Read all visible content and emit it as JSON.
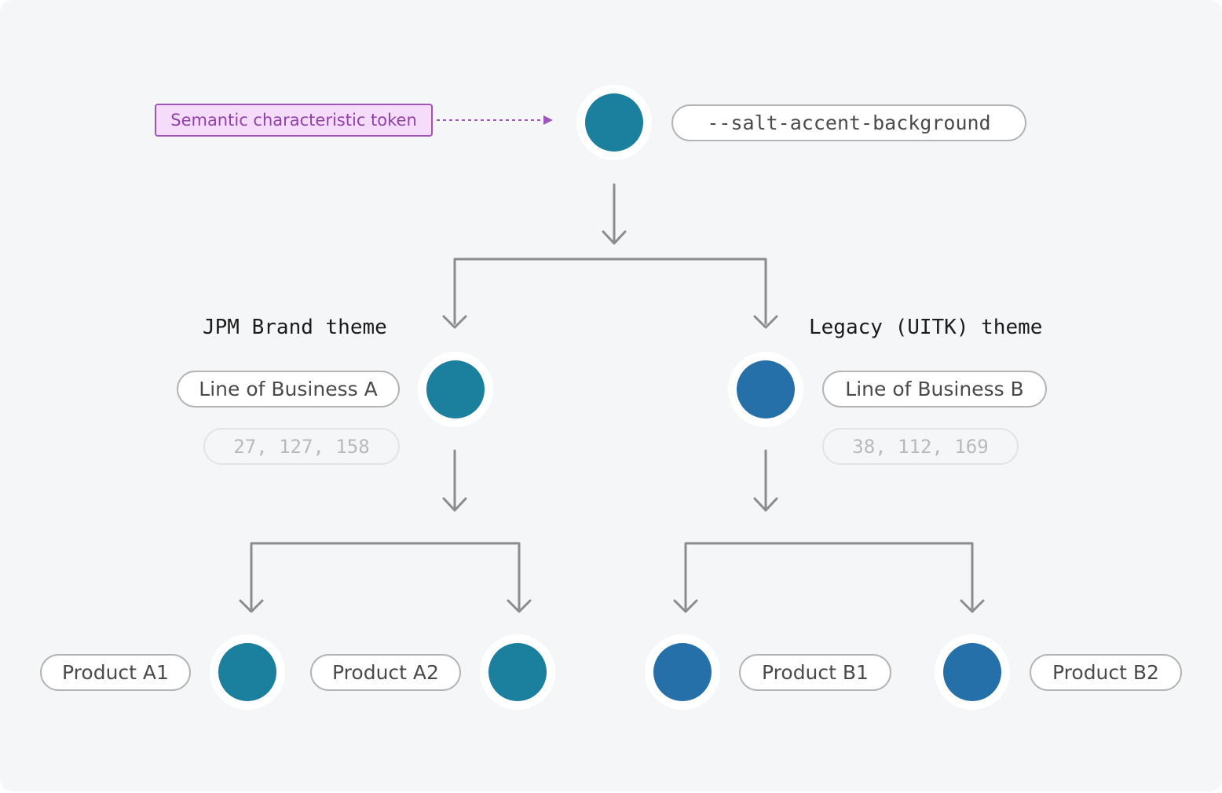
{
  "annotation": {
    "label": "Semantic characteristic token",
    "color": "#a055b8"
  },
  "token": {
    "name": "--salt-accent-background",
    "color": "#1b7f9e"
  },
  "themes": [
    {
      "label": "JPM Brand theme",
      "line_of_business": "Line of Business A",
      "rgb": "27, 127, 158",
      "color": "#1b7f9e",
      "products": [
        {
          "label": "Product A1",
          "color": "#1b7f9e"
        },
        {
          "label": "Product A2",
          "color": "#1b7f9e"
        }
      ]
    },
    {
      "label": "Legacy (UITK) theme",
      "line_of_business": "Line of Business B",
      "rgb": "38, 112, 169",
      "color": "#2670a9",
      "products": [
        {
          "label": "Product B1",
          "color": "#2670a9"
        },
        {
          "label": "Product B2",
          "color": "#2670a9"
        }
      ]
    }
  ],
  "connector_color": "#8c8c8c"
}
